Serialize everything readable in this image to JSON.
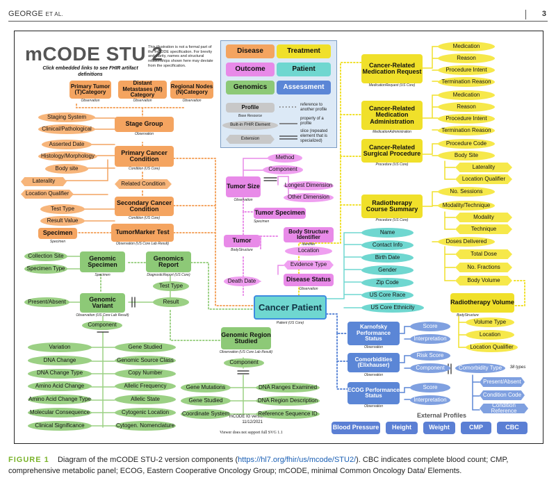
{
  "header": {
    "author": "GEORGE",
    "etal": "ET AL.",
    "page": "3"
  },
  "title": "mCODE STU 2",
  "title_sub": "Click embedded links to see FHIR artifact definitions",
  "disclaimer": "This illustration is not a formal part of the mCODE specification. For brevity and clarity, names and structural relationships shown here may deviate from the specification.",
  "legend": {
    "disease": "Disease",
    "treatment": "Treatment",
    "outcome": "Outcome",
    "patient": "Patient",
    "genomics": "Genomics",
    "assessment": "Assessment",
    "profile": "Profile",
    "profile_sub": "Base Resource",
    "builtin": "Built-in FHIR Element",
    "extension": "Extension",
    "ref": "reference to another profile",
    "prop": "property of a profile",
    "slice": "slice (repeated element that is specialized)"
  },
  "disease": {
    "primary_tumor": "Primary Tumor (T)Category",
    "distant_mets": "Distant Metastases (M) Category",
    "regional_nodes": "Regional Nodes (N)Category",
    "observation": "Observation",
    "staging_system": "Staging System",
    "clinical_path": "Clinical/Pathological",
    "stage_group": "Stage Group",
    "asserted_date": "Asserted Date",
    "histology": "Histology/Morphology",
    "body_site": "Body site",
    "laterality": "Laterality",
    "location_qualifier": "Location Qualifier",
    "primary_condition": "Primary Cancer Condition",
    "condition_sub": "Condition (US Core)",
    "related_condition": "Related Condition",
    "secondary_condition": "Secondary Cancer Condition",
    "test_type": "Test Type",
    "result_value": "Result Value",
    "specimen": "Specimen",
    "specimen_sub": "Specimen",
    "tumor_marker": "TumorMarker Test",
    "tumor_marker_sub": "Observation (US Core Lab Result)"
  },
  "genomics": {
    "collection_site": "Collection Site",
    "specimen_type": "Specimen Type",
    "genomic_specimen": "Genomic Specimen",
    "specimen_sub": "Specimen",
    "genomics_report": "Genomics Report",
    "report_sub": "DiagnosticReport (US Core)",
    "test_type": "Test Type",
    "result": "Result",
    "present_absent": "Present/Absent",
    "genomic_variant": "Genomic Variant",
    "variant_sub": "Observation (US Core Lab Result)",
    "component": "Component",
    "left_items": [
      "Variation",
      "DNA Change",
      "DNA Change Type",
      "Amino Acid Change",
      "Amino Acid Change Type",
      "Molecular Consequence",
      "Clinical Significance"
    ],
    "right_items": [
      "Gene Studied",
      "Genomic Source Class",
      "Copy Number",
      "Allelic Frequency",
      "Allelic State",
      "Cytogenic Location",
      "Cytogen. Nomenclature"
    ],
    "region_studied": "Genomic Region Studied",
    "region_sub": "Observation (US Core Lab Result)",
    "region_component": "Component",
    "region_left": [
      "Gene Mutations",
      "Gene Studied",
      "Coordinate System"
    ],
    "region_right": [
      "DNA Ranges Examined",
      "DNA Region Description",
      "Reference Sequence ID"
    ]
  },
  "outcome": {
    "method": "Method",
    "component": "Component",
    "tumor_size": "Tumor Size",
    "observation": "Observation",
    "longest": "Longest Dimension",
    "other": "Other Dimension",
    "tumor_specimen": "Tumor Specimen",
    "tumor_specimen_sub": "Specimen",
    "tumor": "Tumor",
    "tumor_sub": "BodyStructure",
    "body_structure_id": "Body Structure Identifier",
    "identifier_sub": "Identifier",
    "location": "Location",
    "evidence_type": "Evidence Type",
    "death_date": "Death Date",
    "disease_status": "Disease Status",
    "disease_status_sub": "Observation"
  },
  "patient": {
    "title": "Cancer Patient",
    "sub": "Patient (US Core)",
    "items": [
      "Name",
      "Contact Info",
      "Birth Date",
      "Gender",
      "Zip Code",
      "US Core Race",
      "US Core Ethnicity"
    ]
  },
  "treatment": {
    "med_request": "Cancer-Related Medication Request",
    "med_request_sub": "MedicationRequest (US Core)",
    "med_request_items": [
      "Medication",
      "Reason",
      "Procedure Intent",
      "Termination Reason"
    ],
    "med_admin": "Cancer-Related Medication Administration",
    "med_admin_sub": "MedicationAdministration",
    "med_admin_items": [
      "Medication",
      "Reason",
      "Procedure Intent",
      "Termination Reason"
    ],
    "surgical": "Cancer-Related Surgical Procedure",
    "surgical_sub": "Procedure (US Core)",
    "surgical_items": [
      "Procedure Code",
      "Body Site"
    ],
    "laterality": "Laterality",
    "location_qualifier": "Location Qualifier",
    "radio_summary": "Radiotherapy Course Summary",
    "radio_summary_sub": "Procedure (US Core)",
    "no_sessions": "No. Sessions",
    "modality_technique": "Modality/Technique",
    "modality": "Modality",
    "technique": "Technique",
    "doses_delivered": "Doses Delivered",
    "total_dose": "Total Dose",
    "no_fractions": "No. Fractions",
    "body_volume": "Body Volume",
    "radio_volume": "Radiotherapy Volume",
    "radio_volume_sub": "BodyStructure",
    "volume_type": "Volume Type",
    "location": "Location",
    "vol_location_qualifier": "Location Qualifier"
  },
  "assessment": {
    "karnofsky": "Karnofsky Performance Status",
    "obs": "Observation",
    "score": "Score",
    "interpretation": "Interpretation",
    "comorbidities": "Comorbidities (Elixhauser)",
    "risk_score": "Risk Score",
    "component": "Component",
    "comorbidity_type": "Comorbidity Type",
    "types_count": "38 types",
    "present_absent": "Present/Absent",
    "condition_code": "Condition Code",
    "condition_reference": "Condition Reference",
    "ecog": "ECOG Performance Status"
  },
  "external": {
    "title": "External Profiles",
    "items": [
      "Blood Pressure",
      "Height",
      "Weight",
      "CMP",
      "CBC"
    ]
  },
  "version": {
    "line1": "mCODE IG version 2.0.0",
    "line2": "11/12/2021"
  },
  "no_svg": "Viewer does not support full SVG 1.1",
  "caption": {
    "label": "FIGURE 1",
    "text1": "Diagram of the mCODE STU-2 version components (",
    "url": "https://hl7.org/fhir/us/mcode/STU2/",
    "text2": "). CBC indicates complete blood count; CMP, comprehensive metabolic panel; ECOG, Eastern Cooperative Oncology Group; mCODE, minimal Common Oncology Data/ Elements."
  },
  "colors": {
    "disease": "#f4a460",
    "genomics": "#9bd084",
    "outcome": "#e88ae8",
    "patient": "#6fd7d0",
    "treatment": "#f0e02a",
    "assessment": "#5b86d6"
  }
}
